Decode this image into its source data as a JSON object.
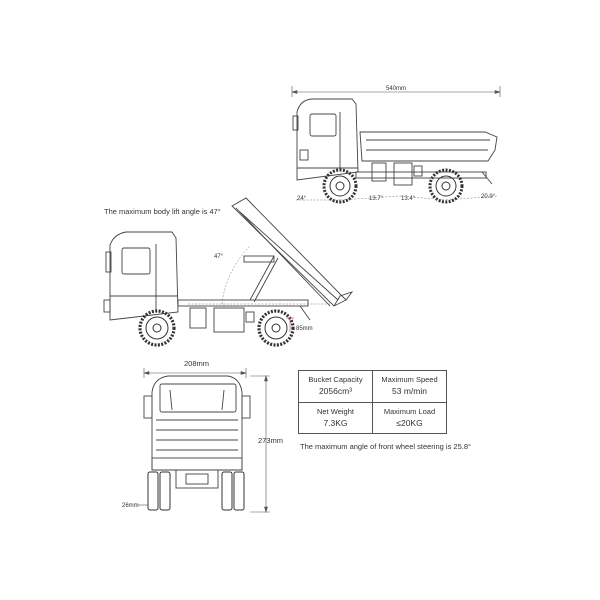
{
  "top_view": {
    "length_label": "540mm",
    "angles": [
      "24°",
      "13.7°",
      "13.4°",
      "20.9°"
    ]
  },
  "tipper_view": {
    "lift_note": "The maximum body lift angle is 47°",
    "angle_label": "47°",
    "clearance_label": "85mm"
  },
  "front_view": {
    "width_label": "208mm",
    "height_label": "273mm",
    "ground_label": "26mm"
  },
  "specs": {
    "bucket_capacity": {
      "name": "Bucket Capacity",
      "value": "2056cm³"
    },
    "max_speed": {
      "name": "Maximum Speed",
      "value": "53 m/min"
    },
    "net_weight": {
      "name": "Net Weight",
      "value": "7.3KG"
    },
    "max_load": {
      "name": "Maximum Load",
      "value": "≤20KG"
    }
  },
  "steering_note": "The maximum angle of front wheel steering is 25.8°"
}
